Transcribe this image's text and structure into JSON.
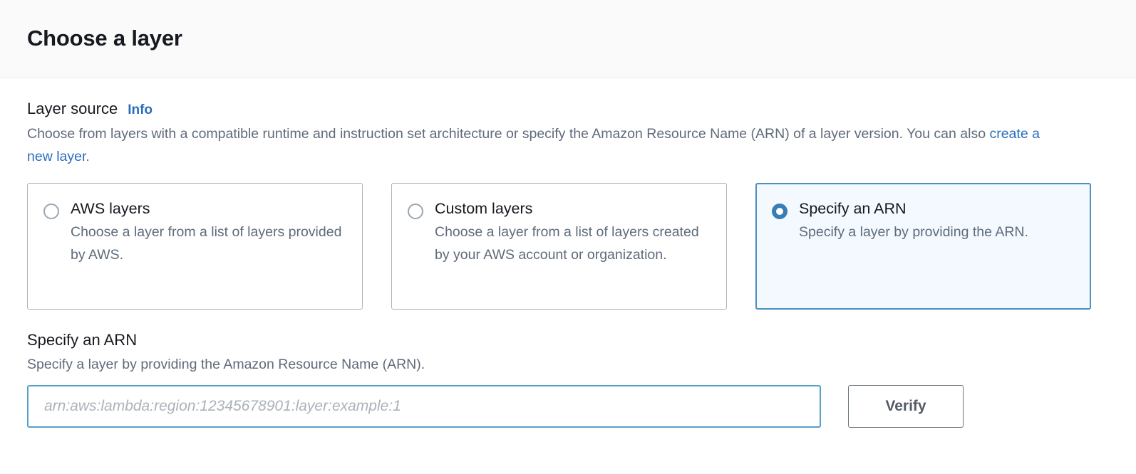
{
  "header": {
    "title": "Choose a layer"
  },
  "layer_source": {
    "label": "Layer source",
    "info_label": "Info",
    "description_part1": "Choose from layers with a compatible runtime and instruction set architecture or specify the Amazon Resource Name (ARN) of a layer version. You can also ",
    "description_link": "create a new layer",
    "description_part2": ".",
    "options": [
      {
        "title": "AWS layers",
        "description": "Choose a layer from a list of layers provided by AWS.",
        "selected": false
      },
      {
        "title": "Custom layers",
        "description": "Choose a layer from a list of layers created by your AWS account or organization.",
        "selected": false
      },
      {
        "title": "Specify an ARN",
        "description": "Specify a layer by providing the ARN.",
        "selected": true
      }
    ]
  },
  "arn_section": {
    "label": "Specify an ARN",
    "sublabel": "Specify a layer by providing the Amazon Resource Name (ARN).",
    "input_value": "",
    "input_placeholder": "arn:aws:lambda:region:12345678901:layer:example:1",
    "verify_label": "Verify"
  },
  "colors": {
    "accent_blue": "#2a6ebb",
    "selected_border": "#4a90c0",
    "selected_fill": "#f3f9fe",
    "radio_checked": "#3a7cb4",
    "input_focus_border": "#56a0c6",
    "text_primary": "#16191f",
    "text_secondary": "#5f6b7a"
  }
}
